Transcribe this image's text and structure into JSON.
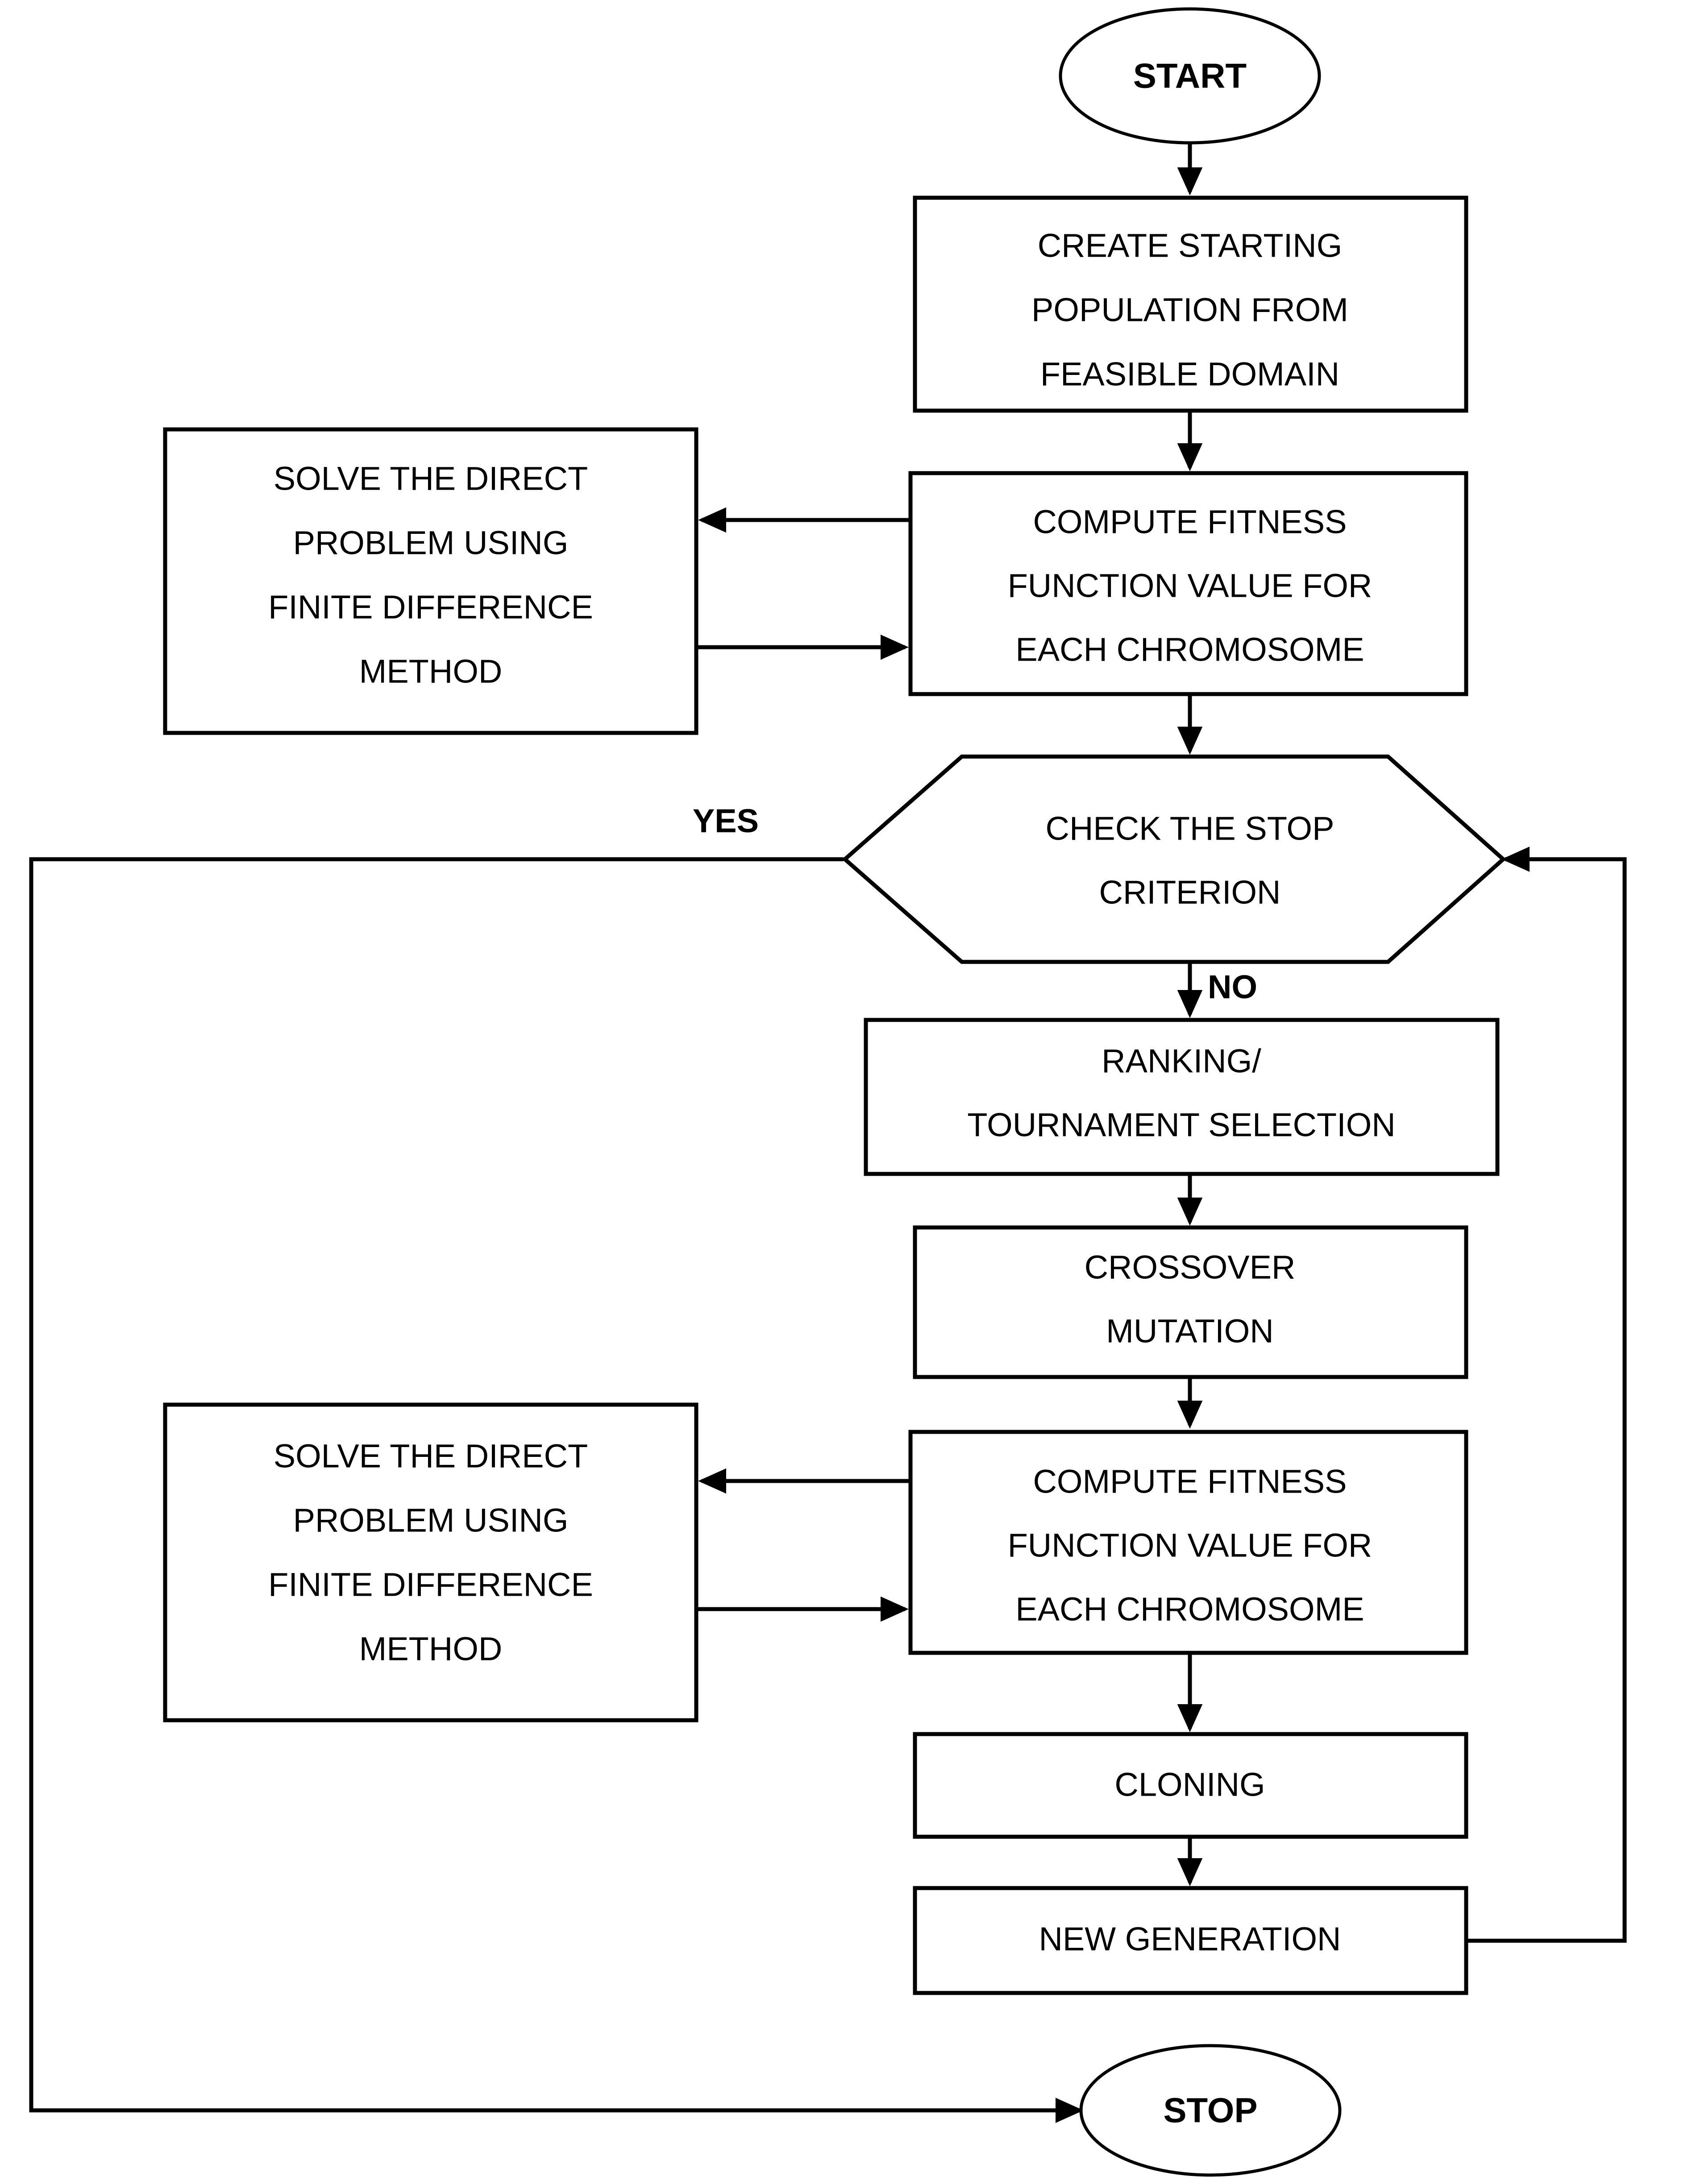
{
  "diagram": {
    "title": "Genetic algorithm inverse-problem flowchart",
    "colors": {
      "stroke": "#000000",
      "fill": "#ffffff",
      "text": "#000000"
    },
    "nodes": {
      "start": {
        "label": "START",
        "shape": "ellipse"
      },
      "create_population": {
        "line1": "CREATE STARTING",
        "line2": "POPULATION FROM",
        "line3": "FEASIBLE DOMAIN",
        "shape": "rectangle"
      },
      "solve_direct_1": {
        "line1": "SOLVE THE DIRECT",
        "line2": "PROBLEM USING",
        "line3": "FINITE DIFFERENCE",
        "line4": "METHOD",
        "shape": "rectangle"
      },
      "compute_fitness_1": {
        "line1": "COMPUTE FITNESS",
        "line2": "FUNCTION VALUE FOR",
        "line3": "EACH CHROMOSOME",
        "shape": "rectangle"
      },
      "check_stop": {
        "line1": "CHECK THE STOP",
        "line2": "CRITERION",
        "shape": "hexagon"
      },
      "ranking_selection": {
        "line1": "RANKING/",
        "line2": "TOURNAMENT SELECTION",
        "shape": "rectangle"
      },
      "crossover_mutation": {
        "line1": "CROSSOVER",
        "line2": "MUTATION",
        "shape": "rectangle"
      },
      "solve_direct_2": {
        "line1": "SOLVE THE DIRECT",
        "line2": "PROBLEM USING",
        "line3": "FINITE DIFFERENCE",
        "line4": "METHOD",
        "shape": "rectangle"
      },
      "compute_fitness_2": {
        "line1": "COMPUTE FITNESS",
        "line2": "FUNCTION VALUE FOR",
        "line3": "EACH CHROMOSOME",
        "shape": "rectangle"
      },
      "cloning": {
        "line1": "CLONING",
        "shape": "rectangle"
      },
      "new_generation": {
        "line1": "NEW GENERATION",
        "shape": "rectangle"
      },
      "stop": {
        "label": "STOP",
        "shape": "ellipse"
      }
    },
    "branch_labels": {
      "yes": "YES",
      "no": "NO"
    }
  }
}
